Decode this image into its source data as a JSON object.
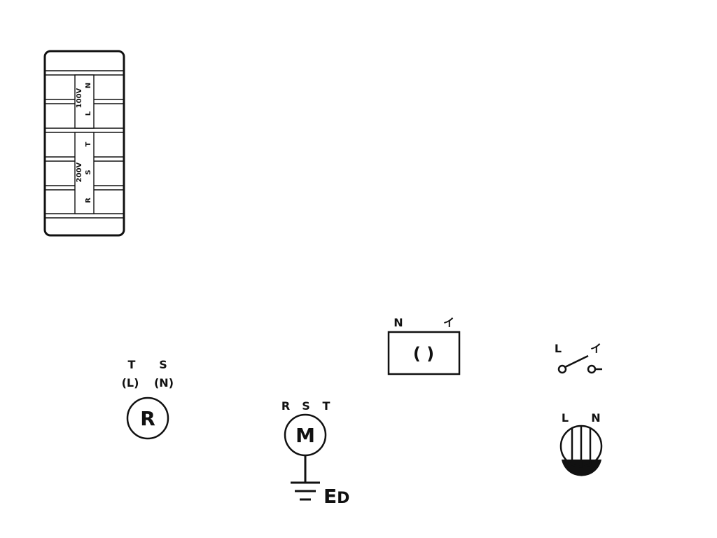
{
  "terminal_block": {
    "group_100v": {
      "voltage": "100V",
      "terminal_top": "N",
      "terminal_bottom": "L"
    },
    "group_200v": {
      "voltage": "200V",
      "terminal_top": "T",
      "terminal_mid": "S",
      "terminal_bottom": "R"
    }
  },
  "receptacle_r": {
    "label_top_left": "T",
    "label_top_right": "S",
    "label_sub_left": "(L)",
    "label_sub_right": "(N)",
    "symbol": "R"
  },
  "motor": {
    "label_r": "R",
    "label_s": "S",
    "label_t": "T",
    "symbol": "M",
    "ground_label_big": "E",
    "ground_label_small": "D"
  },
  "outlet_box": {
    "label_left": "N",
    "label_right": "イ",
    "symbol": "( )"
  },
  "switch": {
    "label_left": "L",
    "label_right": "イ"
  },
  "lamp_holder": {
    "label_left": "L",
    "label_right": "N"
  }
}
